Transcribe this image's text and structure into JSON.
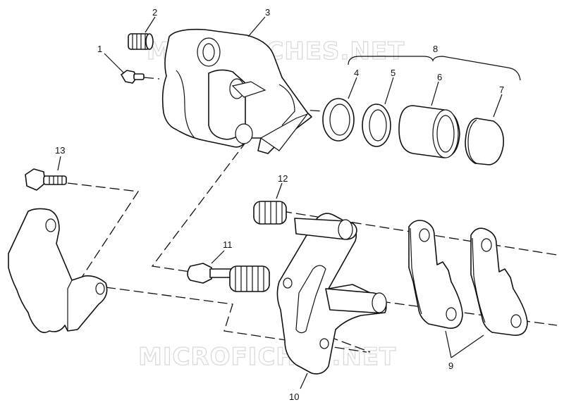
{
  "watermark": {
    "text": "MICROFICHES.NET"
  },
  "callouts": {
    "c1": "1",
    "c2": "2",
    "c3": "3",
    "c4": "4",
    "c5": "5",
    "c6": "6",
    "c7": "7",
    "c8": "8",
    "c9": "9",
    "c10": "10",
    "c11": "11",
    "c12": "12",
    "c13": "13"
  }
}
